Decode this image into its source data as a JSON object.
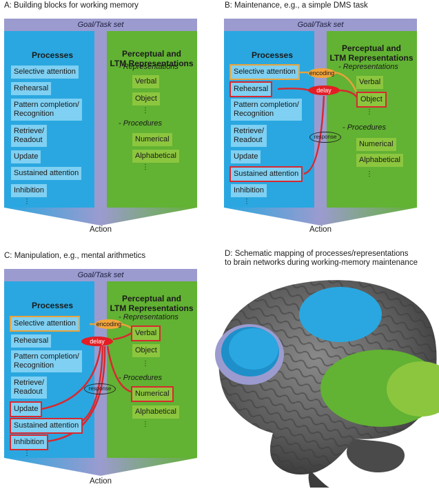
{
  "captions": {
    "a": "A: Building blocks for working memory",
    "b": "B: Maintenance, e.g., a simple DMS task",
    "c": "C: Manipulation, e.g., mental arithmetics",
    "d": "D: Schematic mapping of processes/representations\nto brain networks during working-memory maintenance"
  },
  "common": {
    "goal": "Goal/Task set",
    "processes_title": "Processes",
    "reps_title": "Perceptual and\nLTM Representations",
    "representations": "- Representations",
    "procedures": "- Procedures",
    "action": "Action",
    "dots": "⋮",
    "encoding": "encoding",
    "delay": "delay",
    "response": "response"
  },
  "processes": [
    "Selective attention",
    "Rehearsal",
    "Pattern completion/\nRecognition",
    "Retrieve/\nReadout",
    "Update",
    "Sustained attention",
    "Inhibition"
  ],
  "representations": [
    "Verbal",
    "Object"
  ],
  "procedures": [
    "Numerical",
    "Alphabetical"
  ],
  "colors": {
    "process_col": "#2aa7e0",
    "rep_col": "#62b233",
    "goal": "#9b9bcf",
    "highlight_red": "#d8282f",
    "highlight_orange": "#e8a33a"
  }
}
